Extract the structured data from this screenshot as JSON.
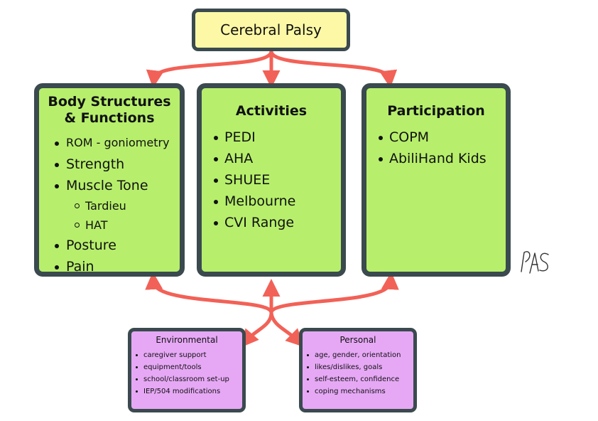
{
  "root": {
    "label": "Cerebral Palsy"
  },
  "panels": {
    "body": {
      "title_line1": "Body Structures",
      "title_line2": "& Functions",
      "items": [
        "ROM - goniometry",
        "Strength",
        "Muscle Tone",
        "Posture",
        "Pain"
      ],
      "sub_items": [
        "Tardieu",
        "HAT"
      ]
    },
    "activities": {
      "title": "Activities",
      "items": [
        "PEDI",
        "AHA",
        "SHUEE",
        "Melbourne",
        "CVI Range"
      ]
    },
    "participation": {
      "title": "Participation",
      "items": [
        "COPM",
        "AbiliHand Kids"
      ]
    }
  },
  "factors": {
    "environmental": {
      "title": "Environmental",
      "items": [
        "caregiver support",
        "equipment/tools",
        "school/classroom set-up",
        "IEP/504 modifications"
      ]
    },
    "personal": {
      "title": "Personal",
      "items": [
        "age, gender, orientation",
        "likes/dislikes, goals",
        "self-esteem, confidence",
        "coping mechanisms"
      ]
    }
  },
  "signature": "PAS",
  "colors": {
    "arrow": "#f26157",
    "panel_green": "#b7ef6c",
    "factor_purple": "#e6a8f5",
    "root_yellow": "#fdf8a6",
    "border": "#3a4a4e"
  }
}
